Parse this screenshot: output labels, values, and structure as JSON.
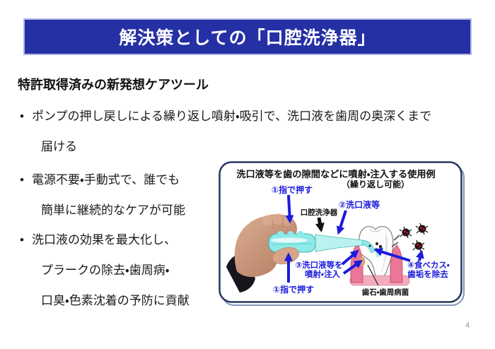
{
  "banner": {
    "title": "解決策としての「口腔洗浄器」",
    "bg_color": "#2530a4",
    "text_color": "#ffffff"
  },
  "heading": "特許取得済みの新発想ケアツール",
  "bullets": [
    {
      "marker": "•",
      "lines": [
        "ポンプの押し戻しによる繰り返し噴射・吸引で、洗口液を歯周の奥深くまで",
        "届ける"
      ]
    },
    {
      "marker": "•",
      "lines": [
        "電源不要・手動式で、誰でも",
        "簡単に継続的なケアが可能"
      ]
    },
    {
      "marker": "•",
      "lines": [
        "洗口液の効果を最大化し、",
        "プラークの除去・歯周病・",
        "口臭・色素沈着の予防に貢献"
      ]
    }
  ],
  "diagram": {
    "title_line1": "洗口液等を歯の隙間などに噴射・注入する使用例",
    "title_line2": "（繰り返し可能）",
    "labels": {
      "press_top": "①指で押す",
      "device": "口腔洗浄器",
      "rinse": "②洗口液等",
      "spray_line1": "③洗口液等を",
      "spray_line2": "噴射・注入",
      "debris_line1": "④食べカス・",
      "debris_line2": "歯垢を除去",
      "press_bottom": "①指で押す",
      "tartar": "歯石・歯周病菌"
    },
    "colors": {
      "border_navy": "#24365f",
      "label_blue": "#1b1bdd",
      "device_cyan": "#8deae8",
      "gum_pink": "#ec7697",
      "germ_red": "#cf0d28"
    }
  },
  "page": {
    "number": "4"
  }
}
